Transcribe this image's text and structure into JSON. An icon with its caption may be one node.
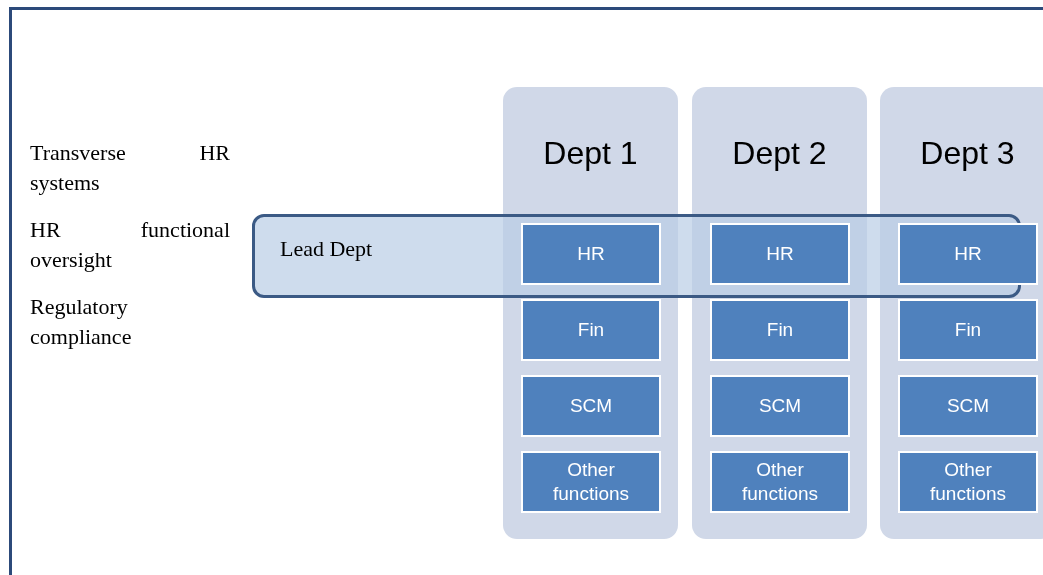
{
  "diagram": {
    "nodes": [
      {
        "text": [
          "Dept 1"
        ]
      },
      {
        "text": [
          "HR"
        ]
      },
      {
        "text": [
          "Fin"
        ],
        "in": 0
      },
      {
        "text": [
          "SCM"
        ],
        "in": 0
      },
      {
        "text": [
          "Other functions"
        ],
        "in": 0
      },
      {
        "text": [
          "Dept 2"
        ]
      },
      {
        "text": [
          "HR"
        ]
      },
      {
        "text": [
          "Fin"
        ],
        "in": 5
      },
      {
        "text": [
          "SCM"
        ],
        "in": 5
      },
      {
        "text": [
          "Other functions"
        ],
        "in": 5
      },
      {
        "text": [
          "Dept 3"
        ]
      },
      {
        "text": [
          "HR"
        ],
        "in": 10
      },
      {
        "text": [
          "Fin"
        ],
        "in": 10
      },
      {
        "text": [
          "SCM"
        ],
        "in": 10
      },
      {
        "text": [
          "Other functions"
        ],
        "in": 10
      },
      {
        "text": [
          "Lead Dept"
        ]
      }
    ],
    "labels": [
      "Transverse HR systems",
      "HR functional oversight",
      "Regulatory compliance"
    ]
  }
}
